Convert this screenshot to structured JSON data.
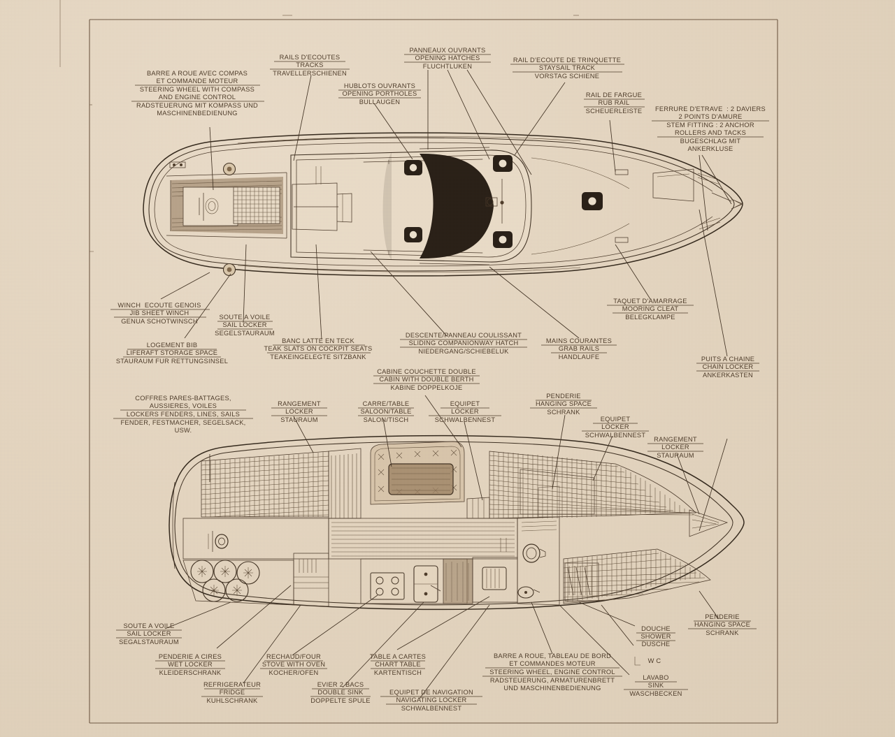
{
  "document": {
    "title": "Sailboat Deck and Interior Layout Plan",
    "languages": [
      "French",
      "English",
      "German"
    ],
    "paper_color": "#e6d8c4",
    "ink_color": "#4a3826"
  },
  "labels": {
    "steering_wheel": {
      "fr1": "BARRE A ROUE AVEC COMPAS",
      "fr2": "ET COMMANDE MOTEUR",
      "en1": "STEERING WHEEL WITH COMPASS",
      "en2": "AND ENGINE CONTROL",
      "de1": "RADSTEUERUNG MIT KOMPASS UND",
      "de2": "MASCHINENBEDIENUNG"
    },
    "tracks": {
      "fr": "RAILS D'ECOUTES",
      "en": "TRACKS",
      "de": "TRAVELLERSCHIENEN"
    },
    "portholes": {
      "fr": "HUBLOTS OUVRANTS",
      "en": "OPENING PORTHOLES",
      "de": "BULLAUGEN"
    },
    "hatches": {
      "fr": "PANNEAUX OUVRANTS",
      "en": "OPENING HATCHES",
      "de": "FLUCHTLUKEN"
    },
    "staysail_track": {
      "fr": "RAIL D'ECOUTE DE TRINQUETTE",
      "en": "STAYSAIL TRACK",
      "de": "VORSTAG SCHIENE"
    },
    "rub_rail": {
      "fr": "RAIL DE FARGUE",
      "en": "RUB RAIL",
      "de": "SCHEUERLEISTE"
    },
    "stem_fitting": {
      "fr1": "FERRURE D'ETRAVE  : 2 DAVIERS",
      "fr2": "2 POINTS D'AMURE",
      "en1": "STEM FITTING : 2 ANCHOR",
      "en2": "ROLLERS AND TACKS",
      "de1": "BUGESCHLAG MIT",
      "de2": "ANKERKLUSE"
    },
    "jib_winch": {
      "fr": "WINCH  ECOUTE GENOIS",
      "en": "JIB SHEET WINCH",
      "de": "GENUA SCHOTWINSCH"
    },
    "sail_locker_deck": {
      "fr": "SOUTE A VOILE",
      "en": "SAIL LOCKER",
      "de": "SEGELSTAURAUM"
    },
    "liferaft": {
      "fr": "LOGEMENT BIB",
      "en": "LIFERAFT STORAGE SPACE",
      "de": "STAURAUM FUR RETTUNGSINSEL"
    },
    "teak_slats": {
      "fr": "BANC LATTE EN TECK",
      "en": "TEAK SLATS ON COCKPIT SEATS",
      "de": "TEAKEINGELEGTE SITZBANK"
    },
    "companionway": {
      "fr": "DESCENTE/PANNEAU COULISSANT",
      "en": "SLIDING COMPANIONWAY HATCH",
      "de": "NIEDERGANG/SCHIEBELUK"
    },
    "grab_rails": {
      "fr": "MAINS COURANTES",
      "en": "GRAB RAILS",
      "de": "HANDLAUFE"
    },
    "mooring_cleat": {
      "fr": "TAQUET D'AMARRAGE",
      "en": "MOORING CLEAT",
      "de": "BELEGKLAMPE"
    },
    "chain_locker": {
      "fr": "PUITS A CHAINE",
      "en": "CHAIN LOCKER",
      "de": "ANKERKASTEN"
    },
    "fender_lockers": {
      "fr1": "COFFRES PARES-BATTAGES,",
      "fr2": "AUSSIERES, VOILES",
      "en": "LOCKERS FENDERS, LINES, SAILS",
      "de1": "FENDER, FESTMACHER, SEGELSACK,",
      "de2": "USW."
    },
    "locker_aft": {
      "fr": "RANGEMENT",
      "en": "LOCKER",
      "de": "STAURAUM"
    },
    "saloon_table": {
      "fr": "CARRE/TABLE",
      "en": "SALOON/TABLE",
      "de": "SALON/TISCH"
    },
    "cabin_double_berth": {
      "fr": "CABINE COUCHETTE DOUBLE",
      "en": "CABIN WITH DOUBLE BERTH",
      "de": "KABINE DOPPELKOJE"
    },
    "equipet_left": {
      "fr": "EQUIPET",
      "en": "LOCKER",
      "de": "SCHWALBENNEST"
    },
    "hanging_space_top": {
      "fr": "PENDERIE",
      "en": "HANGING SPACE",
      "de": "SCHRANK"
    },
    "equipet_right": {
      "fr": "EQUIPET",
      "en": "LOCKER",
      "de": "SCHWALBENNEST"
    },
    "locker_fwd": {
      "fr": "RANGEMENT",
      "en": "LOCKER",
      "de": "STAURAUM"
    },
    "sail_locker_int": {
      "fr": "SOUTE A VOILE",
      "en": "SAIL LOCKER",
      "de": "SEGALSTAURAUM"
    },
    "wet_locker": {
      "fr": "PENDERIE A CIRES",
      "en": "WET LOCKER",
      "de": "KLEIDERSCHRANK"
    },
    "fridge": {
      "fr": "REFRIGERATEUR",
      "en": "FRIDGE",
      "de": "KUHLSCHRANK"
    },
    "stove": {
      "fr": "RECHAUD/FOUR",
      "en": "STOVE WITH OVEN",
      "de": "KOCHER/OFEN"
    },
    "double_sink": {
      "fr": "EVIER 2 BACS",
      "en": "DOUBLE SINK",
      "de": "DOPPELTE SPULE"
    },
    "chart_table": {
      "fr": "TABLE A CARTES",
      "en": "CHART TABLE",
      "de": "KARTENTISCH"
    },
    "navigating_locker": {
      "fr": "EQUIPET DE NAVIGATION",
      "en": "NAVIGATING LOCKER",
      "de": "SCHWALBENNEST"
    },
    "helm_panel": {
      "fr1": "BARRE A ROUE, TABLEAU DE BORD",
      "fr2": "ET COMMANDES MOTEUR",
      "en": "STEERING WHEEL, ENGINE CONTROL",
      "de1": "RADSTEUERUNG, ARMATURENBRETT",
      "de2": "UND MASCHINENBEDIENUNG"
    },
    "shower": {
      "fr": "DOUCHE",
      "en": "SHOWER",
      "de": "DUSCHE"
    },
    "wc": {
      "text": "W C"
    },
    "sink_head": {
      "fr": "LAVABO",
      "en": "SINK",
      "de": "WASCHBECKEN"
    },
    "hanging_space_bottom": {
      "fr": "PENDERIE",
      "en": "HANGING SPACE",
      "de": "SCHRANK"
    }
  }
}
